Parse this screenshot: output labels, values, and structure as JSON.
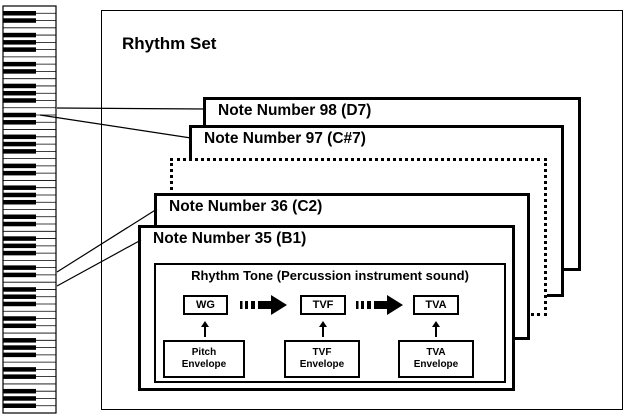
{
  "keyboard": {
    "octaves": 8
  },
  "rhythm_set": {
    "title": "Rhythm Set"
  },
  "notes": [
    {
      "label": "Note Number 98 (D7)"
    },
    {
      "label": "Note Number 97 (C#7)"
    },
    {
      "label": ""
    },
    {
      "label": "Note Number 36 (C2)"
    },
    {
      "label": "Note Number 35 (B1)"
    }
  ],
  "rhythm_tone": {
    "title": "Rhythm Tone (Percussion instrument sound)",
    "blocks": [
      "WG",
      "TVF",
      "TVA"
    ],
    "envelopes": [
      {
        "line1": "Pitch",
        "line2": "Envelope"
      },
      {
        "line1": "TVF",
        "line2": "Envelope"
      },
      {
        "line1": "TVA",
        "line2": "Envelope"
      }
    ]
  }
}
